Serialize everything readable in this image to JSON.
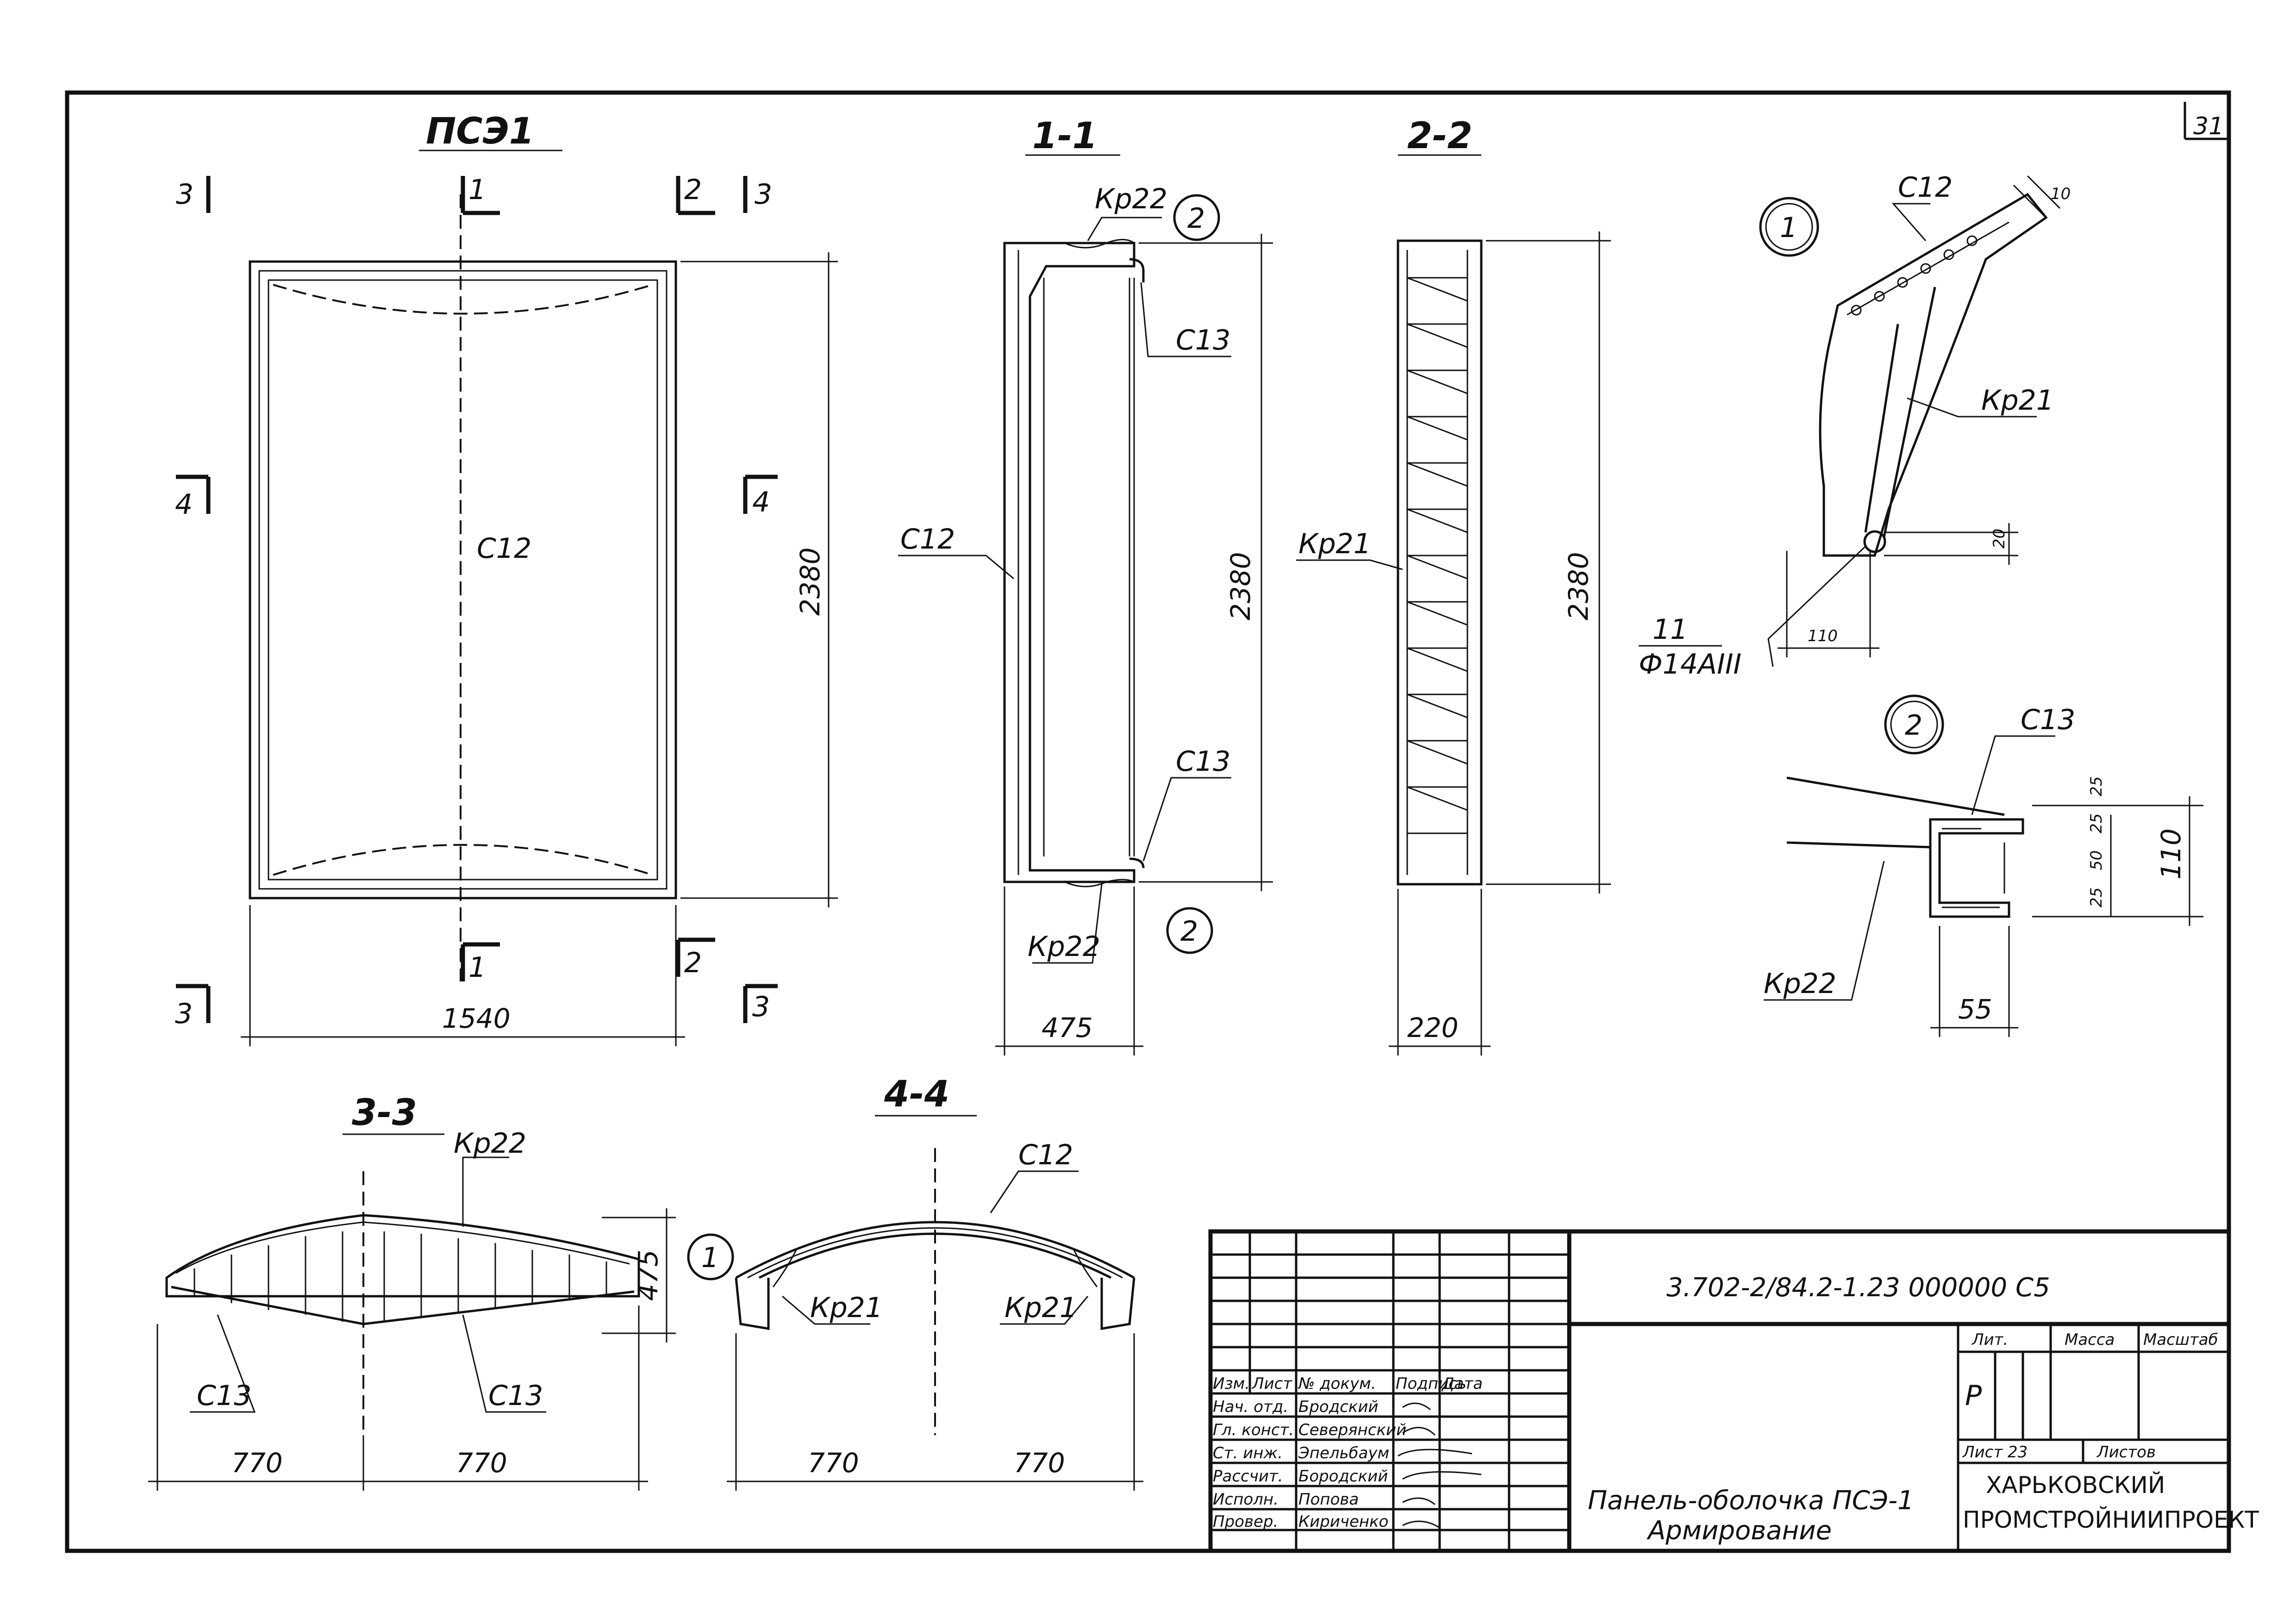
{
  "sheet_number": "31",
  "views": {
    "plan": {
      "title": "ПСЭ1",
      "center_label": "С12",
      "width_dim": "1540",
      "height_dim": "2380",
      "cut_marks": [
        "1",
        "1",
        "2",
        "2",
        "3",
        "3",
        "3",
        "3",
        "4",
        "4"
      ]
    },
    "section_1_1": {
      "title": "1-1",
      "labels": [
        "Кр22",
        "С13",
        "С12",
        "С13",
        "Кр22"
      ],
      "height_dim": "2380",
      "width_dim": "475",
      "callouts": [
        "2",
        "2"
      ]
    },
    "section_2_2": {
      "title": "2-2",
      "label": "Кр21",
      "height_dim": "2380",
      "width_dim": "220"
    },
    "section_3_3": {
      "title": "3-3",
      "labels": [
        "Кр22",
        "С13",
        "С13"
      ],
      "dims": [
        "770",
        "770"
      ],
      "height_dim": "475"
    },
    "section_4_4": {
      "title": "4-4",
      "labels": [
        "С12",
        "Кр21",
        "Кр21"
      ],
      "dims": [
        "770",
        "770"
      ],
      "callout": "1"
    },
    "detail_1": {
      "number": "1",
      "labels": [
        "С12",
        "Кр21"
      ],
      "dims": [
        "10",
        "20",
        "110"
      ],
      "bar_mark": "11",
      "bar_spec": "Ф14АIII"
    },
    "detail_2": {
      "number": "2",
      "labels": [
        "С13",
        "Кр22"
      ],
      "dims": [
        "25",
        "25",
        "50",
        "25",
        "110",
        "55"
      ]
    }
  },
  "title_block": {
    "doc_code": "3.702-2/84.2-1.23 000000 С5",
    "headers": [
      "Изм.",
      "Лист",
      "№ докум.",
      "Подпись",
      "Дата"
    ],
    "rows": [
      {
        "role": "Нач. отд.",
        "name": "Бродский"
      },
      {
        "role": "Гл. конст.",
        "name": "Северянский"
      },
      {
        "role": "Ст. инж.",
        "name": "Эпельбаум"
      },
      {
        "role": "Рассчит.",
        "name": "Бородский"
      },
      {
        "role": "Исполн.",
        "name": "Попова"
      },
      {
        "role": "Провер.",
        "name": "Кириченко"
      }
    ],
    "title_line1": "Панель-оболочка ПСЭ-1",
    "title_line2": "Армирование",
    "lit_header": "Лит.",
    "mass_header": "Масса",
    "scale_header": "Масштаб",
    "lit_value": "Р",
    "sheet_label": "Лист 23",
    "sheets_label": "Листов",
    "org_line1": "ХАРЬКОВСКИЙ",
    "org_line2": "ПРОМСТРОЙНИИПРОЕКТ"
  }
}
